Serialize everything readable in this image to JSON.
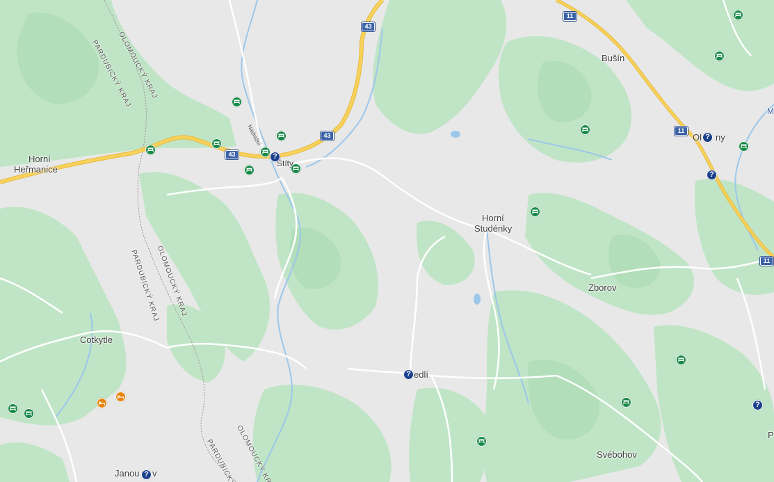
{
  "map": {
    "places": [
      {
        "id": "busin",
        "name": "Bušín"
      },
      {
        "id": "horni-hermanice-1",
        "name": "Horní"
      },
      {
        "id": "horni-hermanice-2",
        "name": "Heřmanice"
      },
      {
        "id": "stity",
        "name": "Štíty"
      },
      {
        "id": "horni-studenky-1",
        "name": "Horní"
      },
      {
        "id": "horni-studenky-2",
        "name": "Studénky"
      },
      {
        "id": "zborov",
        "name": "Zborov"
      },
      {
        "id": "cotkytle",
        "name": "Cotkytle"
      },
      {
        "id": "sedli",
        "name": "edlí"
      },
      {
        "id": "svebohov",
        "name": "Svébohov"
      },
      {
        "id": "janoushov",
        "name": "Janou"
      },
      {
        "id": "janoushov-tail",
        "name": "v"
      },
      {
        "id": "olsany-1",
        "name": "Ol"
      },
      {
        "id": "olsany-2",
        "name": "ny"
      },
      {
        "id": "edge-p",
        "name": "P"
      },
      {
        "id": "edge-m",
        "name": "M"
      }
    ],
    "border_labels": [
      "OLOMOUCKÝ KRAJ",
      "PARDUBICKÝ KRAJ",
      "OLOMOUCKÝ KRAJ",
      "PARDUBICKÝ KRAJ",
      "OLOMOUCKÝ KRA",
      "PARDUBICKÝ"
    ],
    "street_labels": [
      "Nádražní"
    ],
    "road_shields": [
      "43",
      "43",
      "43",
      "11",
      "11",
      "11"
    ],
    "poi_markers": [
      {
        "type": "green",
        "icon": "picnic-icon"
      },
      {
        "type": "green",
        "icon": "picnic-icon"
      },
      {
        "type": "green",
        "icon": "picnic-icon"
      },
      {
        "type": "green",
        "icon": "picnic-icon"
      },
      {
        "type": "green",
        "icon": "picnic-icon"
      },
      {
        "type": "green",
        "icon": "picnic-icon"
      },
      {
        "type": "green",
        "icon": "picnic-icon"
      },
      {
        "type": "green",
        "icon": "picnic-icon"
      },
      {
        "type": "green",
        "icon": "picnic-icon"
      },
      {
        "type": "green",
        "icon": "picnic-icon"
      },
      {
        "type": "green",
        "icon": "picnic-icon"
      },
      {
        "type": "green",
        "icon": "picnic-icon"
      },
      {
        "type": "green",
        "icon": "picnic-icon"
      },
      {
        "type": "green",
        "icon": "picnic-icon"
      },
      {
        "type": "green",
        "icon": "picnic-icon"
      },
      {
        "type": "green",
        "icon": "picnic-icon"
      },
      {
        "type": "green",
        "icon": "picnic-icon"
      },
      {
        "type": "orange",
        "icon": "hotel-icon"
      },
      {
        "type": "orange",
        "icon": "hotel-icon"
      },
      {
        "type": "blue",
        "icon": "question-mark-icon",
        "glyph": "?"
      },
      {
        "type": "blue",
        "icon": "question-mark-icon",
        "glyph": "?"
      },
      {
        "type": "blue",
        "icon": "question-mark-icon",
        "glyph": "?"
      },
      {
        "type": "blue",
        "icon": "question-mark-icon",
        "glyph": "?"
      },
      {
        "type": "blue",
        "icon": "question-mark-icon",
        "glyph": "?"
      },
      {
        "type": "blue",
        "icon": "question-mark-icon",
        "glyph": "?"
      }
    ],
    "colors": {
      "land": "#e8e8e8",
      "forest": "#c0e5c6",
      "forest_dark": "#aedcb6",
      "highway": "#f7d25c",
      "highway_casing": "#e9b93a",
      "road": "#ffffff",
      "water": "#9cc7ea",
      "border": "#9a8f9a",
      "poi_green": "#188a48",
      "poi_orange": "#e8850c",
      "poi_blue": "#1a3f8c",
      "shield": "#3b63a8"
    }
  }
}
